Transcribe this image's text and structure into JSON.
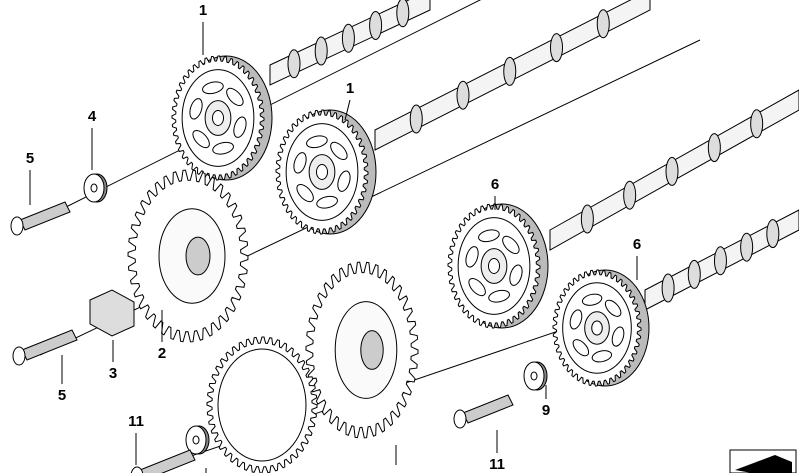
{
  "callouts": [
    {
      "id": "1",
      "label": "1"
    },
    {
      "id": "1b",
      "label": "1"
    },
    {
      "id": "4",
      "label": "4"
    },
    {
      "id": "5",
      "label": "5"
    },
    {
      "id": "6",
      "label": "6"
    },
    {
      "id": "6b",
      "label": "6"
    },
    {
      "id": "2",
      "label": "2"
    },
    {
      "id": "3",
      "label": "3"
    },
    {
      "id": "5b",
      "label": "5"
    },
    {
      "id": "11",
      "label": "11"
    },
    {
      "id": "9",
      "label": "9"
    },
    {
      "id": "11b",
      "label": "11"
    }
  ],
  "colors": {
    "line": "#000000",
    "background": "#ffffff"
  }
}
